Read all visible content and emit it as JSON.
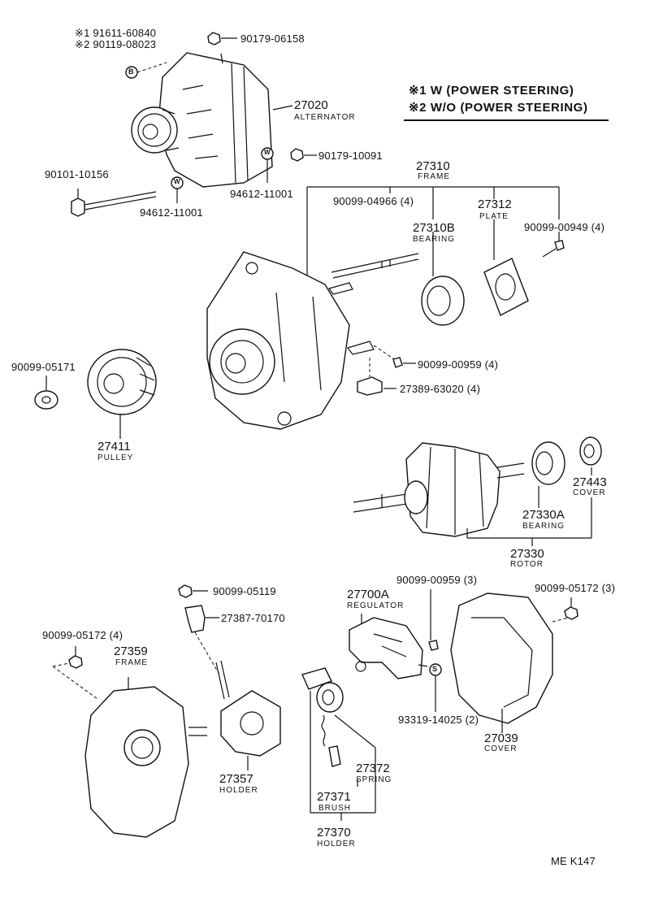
{
  "legend": {
    "line1": "※1 W (POWER STEERING)",
    "line2": "※2 W/O (POWER STEERING)"
  },
  "footer": {
    "code": "ME  K147"
  },
  "markers": {
    "b": "B",
    "w": "W",
    "s": "S"
  },
  "labels": {
    "l_91611": "※1  91611-60840",
    "l_90119": "※2  90119-08023",
    "p_90179_06158": "90179-06158",
    "p_27020": "27020",
    "s_27020": "ALTERNATOR",
    "p_90179_10091": "90179-10091",
    "p_90101_10156": "90101-10156",
    "p_94612_a": "94612-11001",
    "p_94612_b": "94612-11001",
    "p_27310": "27310",
    "s_27310": "FRAME",
    "p_90099_04966": "90099-04966 (4)",
    "p_27310b": "27310B",
    "s_27310b": "BEARING",
    "p_27312": "27312",
    "s_27312": "PLATE",
    "p_90099_00949": "90099-00949 (4)",
    "p_90099_05171": "90099-05171",
    "p_90099_00959a": "90099-00959 (4)",
    "p_27389": "27389-63020 (4)",
    "p_27411": "27411",
    "s_27411": "PULLEY",
    "p_27443": "27443",
    "s_27443": "COVER",
    "p_27330a": "27330A",
    "s_27330a": "BEARING",
    "p_27330": "27330",
    "s_27330": "ROTOR",
    "p_90099_05119": "90099-05119",
    "p_27387": "27387-70170",
    "p_27700a": "27700A",
    "s_27700a": "REGULATOR",
    "p_90099_00959b": "90099-00959 (3)",
    "p_90099_05172a": "90099-05172 (3)",
    "p_90099_05172b": "90099-05172 (4)",
    "p_27359": "27359",
    "s_27359": "FRAME",
    "p_27357": "27357",
    "s_27357": "HOLDER",
    "p_93319": "93319-14025 (2)",
    "p_27039": "27039",
    "s_27039": "COVER",
    "p_27372": "27372",
    "s_27372": "SPRING",
    "p_27371": "27371",
    "s_27371": "BRUSH",
    "p_27370": "27370",
    "s_27370": "HOLDER"
  }
}
